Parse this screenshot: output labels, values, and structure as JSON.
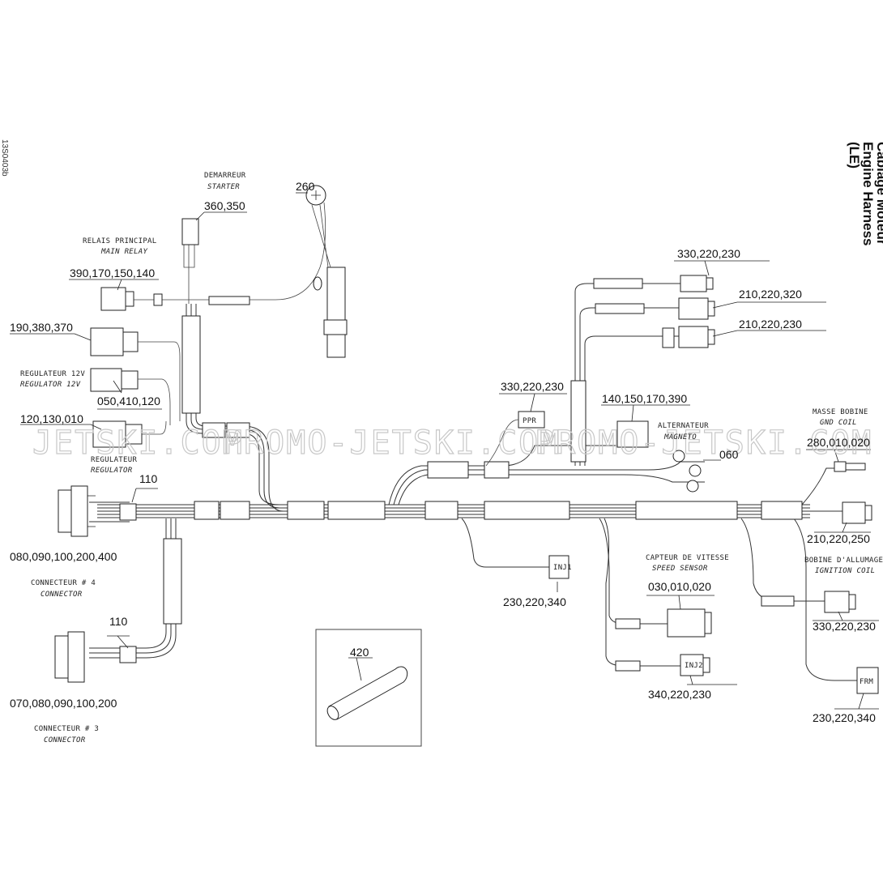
{
  "title": {
    "line1": "Câblage Moteur",
    "line2": "Engine Harness",
    "line3": "(LE)"
  },
  "ref_code": "13S0403b",
  "watermark": {
    "left": "JETSKI.COM",
    "middle": "PROMO-JETSKI.COM",
    "right": "PROMO-JETSKI.COM"
  },
  "labels": {
    "starter_fr": "DEMARREUR",
    "starter_en": "STARTER",
    "main_relay_fr": "RELAIS PRINCIPAL",
    "main_relay_en": "MAIN RELAY",
    "regulator12_fr": "REGULATEUR 12V",
    "regulator12_en": "REGULATOR 12V",
    "regulator_fr": "REGULATEUR",
    "regulator_en": "REGULATOR",
    "connector4_fr": "CONNECTEUR # 4",
    "connector4_en": "CONNECTOR",
    "connector3_fr": "CONNECTEUR # 3",
    "connector3_en": "CONNECTOR",
    "alternator_fr": "ALTERNATEUR",
    "alternator_en": "MAGNETO",
    "gnd_coil_fr": "MASSE BOBINE",
    "gnd_coil_en": "GND COIL",
    "speed_sensor_fr": "CAPTEUR DE VITESSE",
    "speed_sensor_en": "SPEED SENSOR",
    "ignition_coil_fr": "BOBINE D'ALLUMAGE",
    "ignition_coil_en": "IGNITION COIL"
  },
  "parts": {
    "p260": "260",
    "p360": "360,350",
    "p390": "390,170,150,140",
    "p190": "190,380,370",
    "p050": "050,410,120",
    "p120": "120,130,010",
    "p110a": "110",
    "p080": "080,090,100,200,400",
    "p110b": "110",
    "p070": "070,080,090,100,200",
    "p420": "420",
    "p330a": "330,220,230",
    "p210a": "210,220,320",
    "p210b": "210,220,230",
    "p330b": "330,220,230",
    "p140": "140,150,170,390",
    "p060": "060",
    "p280": "280,010,020",
    "p210c": "210,220,250",
    "p230a": "230,220,340",
    "p030": "030,010,020",
    "p340": "340,220,230",
    "p330c": "330,220,230",
    "p230b": "230,220,340"
  },
  "connector_marks": {
    "m1": "PPR",
    "m2": "INJ1",
    "m3": "INJ2",
    "m4": "FRM"
  }
}
